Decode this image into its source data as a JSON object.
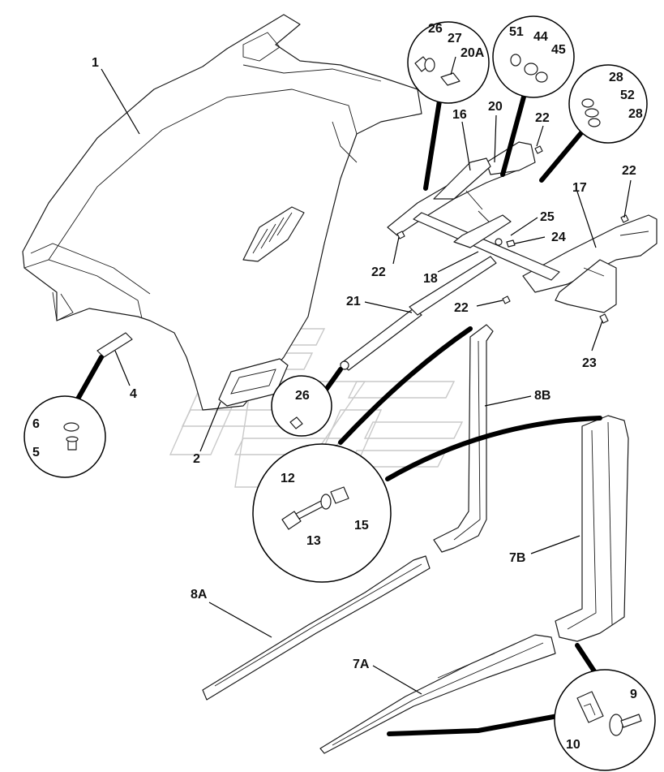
{
  "diagram": {
    "callouts": {
      "c_26_27_20A": [
        "26",
        "27",
        "20A"
      ],
      "c_51_44_45": [
        "51",
        "44",
        "45"
      ],
      "c_28_52_28": [
        "28",
        "52",
        "28"
      ],
      "c_6_5": [
        "6",
        "5"
      ],
      "c_26": [
        "26"
      ],
      "c_12_13_15": [
        "12",
        "13",
        "15"
      ],
      "c_9_10": [
        "9",
        "10"
      ]
    },
    "labels": {
      "p1": "1",
      "p2": "2",
      "p4": "4",
      "p16": "16",
      "p20": "20",
      "p22a": "22",
      "p22b": "22",
      "p22c": "22",
      "p22d": "22",
      "p17": "17",
      "p25": "25",
      "p24": "24",
      "p18": "18",
      "p21": "21",
      "p23": "23",
      "p8B": "8B",
      "p7B": "7B",
      "p8A": "8A",
      "p7A": "7A"
    }
  }
}
